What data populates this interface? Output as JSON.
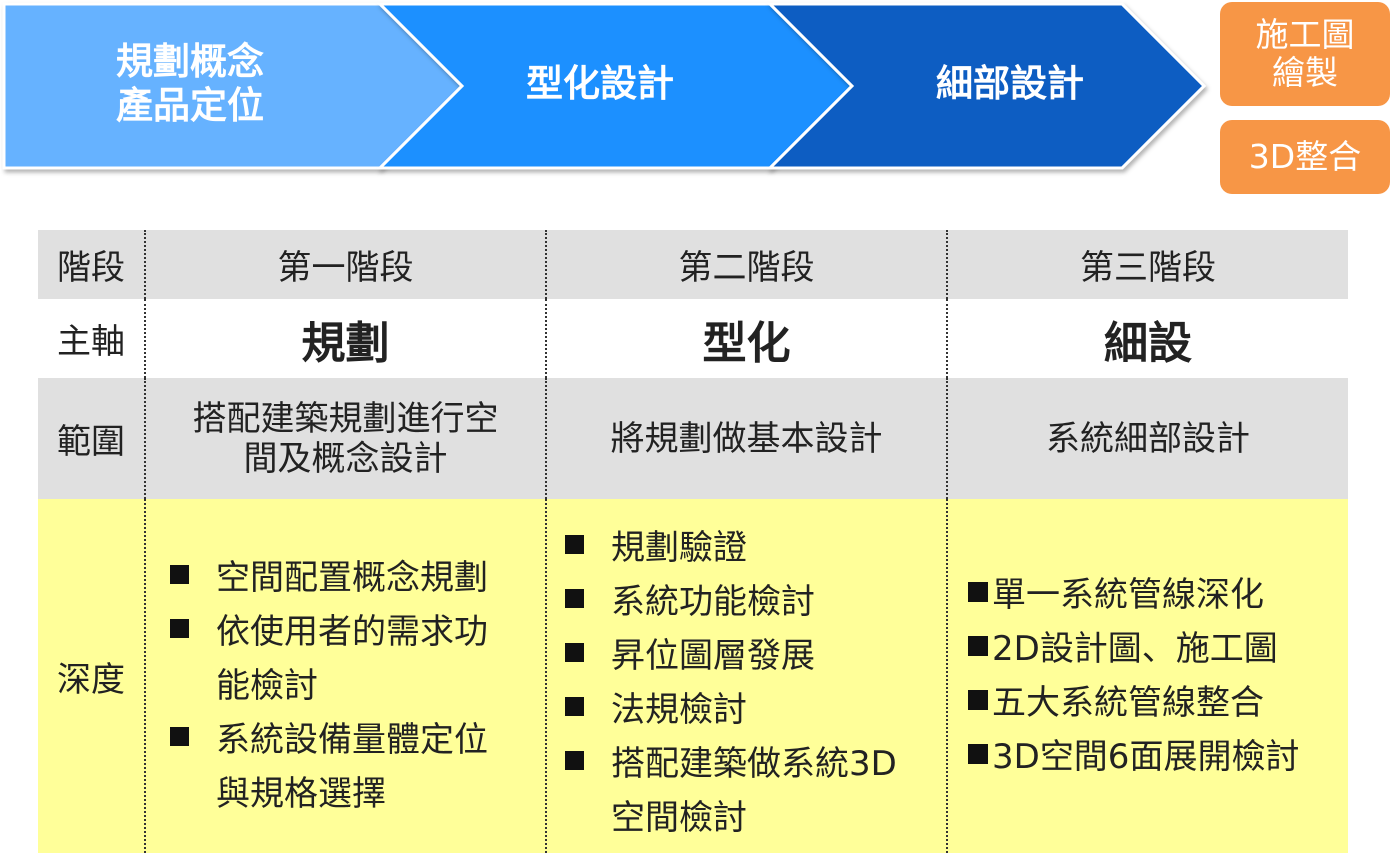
{
  "flow": {
    "steps": [
      {
        "line1": "規劃概念",
        "line2": "產品定位",
        "color": "#66B2FF"
      },
      {
        "label": "型化設計",
        "color": "#1E90FF"
      },
      {
        "label": "細部設計",
        "color": "#0A5DC2"
      }
    ],
    "outputs": [
      {
        "line1": "施工圖",
        "line2": "繪製",
        "color": "#F79646"
      },
      {
        "label": "3D整合",
        "color": "#F79646"
      }
    ]
  },
  "table": {
    "row_labels": {
      "stage": "階段",
      "axis": "主軸",
      "scope": "範圍",
      "depth": "深度"
    },
    "columns": [
      {
        "stage": "第一階段",
        "axis": "規劃",
        "scope_line1": "搭配建築規劃進行空",
        "scope_line2": "間及概念設計",
        "depth": [
          [
            "空間配置概念規劃"
          ],
          [
            "依使用者的需求功",
            "能檢討"
          ],
          [
            "系統設備量體定位",
            "與規格選擇"
          ]
        ]
      },
      {
        "stage": "第二階段",
        "axis": "型化",
        "scope": "將規劃做基本設計",
        "depth": [
          [
            "規劃驗證"
          ],
          [
            "系統功能檢討"
          ],
          [
            "昇位圖層發展"
          ],
          [
            "法規檢討"
          ],
          [
            "搭配建築做系統3D",
            "空間檢討"
          ]
        ]
      },
      {
        "stage": "第三階段",
        "axis": "細設",
        "scope": "系統細部設計",
        "depth": [
          "單一系統管線深化",
          "2D設計圖、施工圖",
          "五大系統管線整合",
          "3D空間6面展開檢討"
        ]
      }
    ]
  }
}
